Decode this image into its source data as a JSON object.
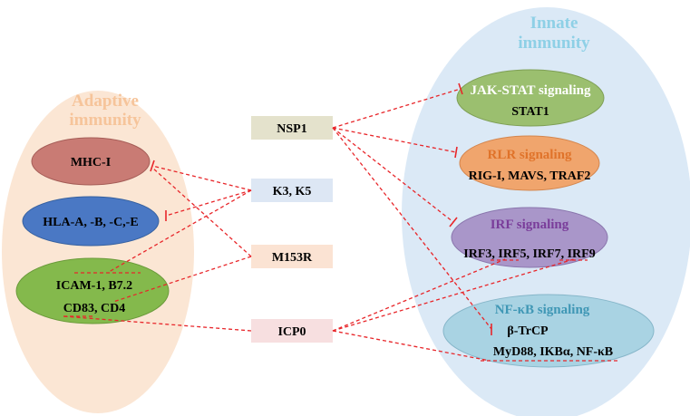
{
  "groups": {
    "adaptive": {
      "title_line1": "Adaptive",
      "title_line2": "immunity",
      "color": "#f6c49a",
      "bg": "#fbe6d4"
    },
    "innate": {
      "title_line1": "Innate",
      "title_line2": "immunity",
      "color": "#8ed0e6",
      "bg": "#dbe9f6"
    }
  },
  "adaptive_nodes": {
    "mhc1": {
      "label": "MHC-I",
      "fill": "#c97b74"
    },
    "hla": {
      "label": "HLA-A, -B, -C,-E",
      "fill": "#4a78c4"
    },
    "costim": {
      "line1": "ICAM-1, B7.2",
      "line2": "CD83, CD4",
      "fill": "#84b94c"
    }
  },
  "viral_proteins": {
    "nsp1": {
      "label": "NSP1",
      "fill": "#e4e2cc"
    },
    "k3k5": {
      "label": "K3, K5",
      "fill": "#dde7f4"
    },
    "m153r": {
      "label": "M153R",
      "fill": "#fbe3d3"
    },
    "icp0": {
      "label": "ICP0",
      "fill": "#f7dfe0"
    }
  },
  "innate_nodes": {
    "jakstat": {
      "title": "JAK-STAT signaling",
      "items": "STAT1",
      "fill": "#9bbf6f",
      "title_color": "#ffffff"
    },
    "rlr": {
      "title": "RLR signaling",
      "items": "RIG-I, MAVS, TRAF2",
      "fill": "#f0a56d",
      "title_color": "#e0732a"
    },
    "irf": {
      "title": "IRF signaling",
      "items": "IRF3, IRF5, IRF7, IRF9",
      "fill": "#a996c9",
      "title_color": "#7a3d9a"
    },
    "nfkb": {
      "title": "NF-κB signaling",
      "item1": "β-TrCP",
      "item2": "MyD88,  IKBα,  NF-κB",
      "fill": "#a9d3e3",
      "title_color": "#3f97b5"
    }
  },
  "edge_color": "#e8262a"
}
